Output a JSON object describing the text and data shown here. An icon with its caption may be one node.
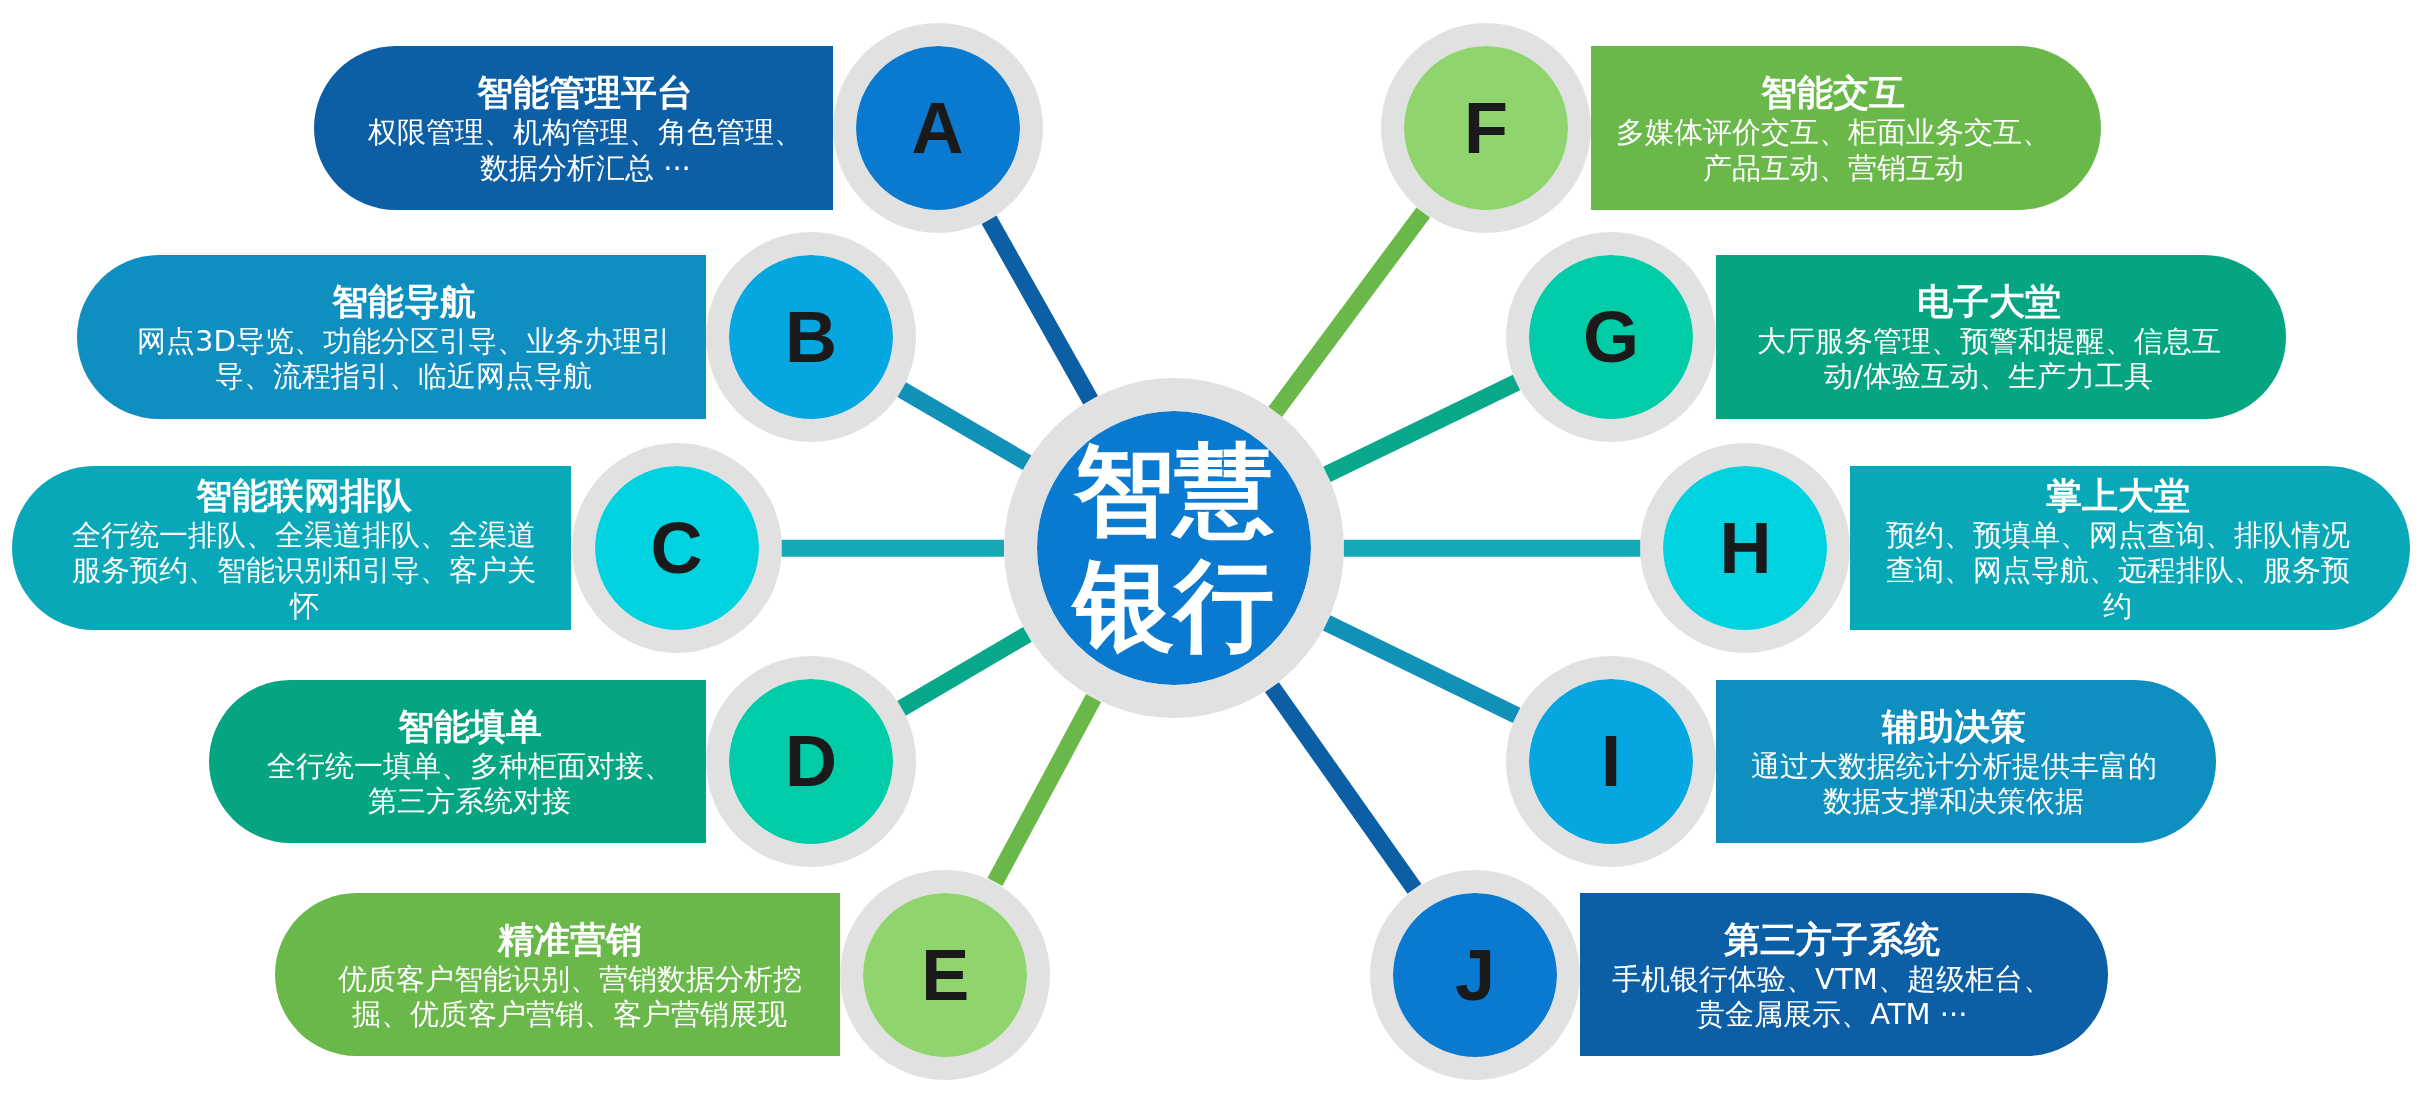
{
  "diagram": {
    "nodes": [
      {
        "text": [
          "智慧银行"
        ]
      },
      {
        "text": [
          "智能管理平台",
          "权限管理、机构管理、角色管理、数据分析汇总 ···"
        ]
      },
      {
        "text": [
          "A"
        ]
      },
      {
        "text": [
          "智能导航",
          "网点3D导览、功能分区引导、业务办理引导、流程指引、临近网点导航"
        ]
      },
      {
        "text": [
          "B"
        ]
      },
      {
        "text": [
          "智能联网排队",
          "全行统一排队、全渠道排队、全渠道服务预约、智能识别和引导、客户关怀"
        ]
      },
      {
        "text": [
          "C"
        ]
      },
      {
        "text": [
          "智能填单",
          "全行统一填单、多种柜面对接、第三方系统对接"
        ]
      },
      {
        "text": [
          "D"
        ]
      },
      {
        "text": [
          "精准营销",
          "优质客户智能识别、营销数据分析挖掘、优质客户营销、客户营销展现"
        ]
      },
      {
        "text": [
          "E"
        ]
      },
      {
        "text": [
          "智能交互",
          "多媒体评价交互、柜面业务交互、产品互动、营销互动"
        ]
      },
      {
        "text": [
          "F"
        ]
      },
      {
        "text": [
          "电子大堂",
          "大厅服务管理、预警和提醒、信息互动/体验互动、生产力工具"
        ]
      },
      {
        "text": [
          "G"
        ]
      },
      {
        "text": [
          "掌上大堂",
          "预约、预填单、网点查询、排队情况查询、网点导航、远程排队、服务预约"
        ]
      },
      {
        "text": [
          "H"
        ]
      },
      {
        "text": [
          "辅助决策",
          "通过大数据统计分析提供丰富的数据支撑和决策依据"
        ]
      },
      {
        "text": [
          "I"
        ]
      },
      {
        "text": [
          "第三方子系统",
          "手机银行体验、VTM、超级柜台、贵金属展示、ATM ···"
        ]
      },
      {
        "text": [
          "J"
        ]
      }
    ],
    "edges": [
      {
        "from": 0,
        "to": 2,
        "arrow": "none",
        "color": "#0d5fa5"
      },
      {
        "from": 0,
        "to": 4,
        "arrow": "none",
        "color": "#1190b8"
      },
      {
        "from": 0,
        "to": 6,
        "arrow": "none",
        "color": "#14a9b5"
      },
      {
        "from": 0,
        "to": 8,
        "arrow": "none",
        "color": "#0aa88a"
      },
      {
        "from": 0,
        "to": 10,
        "arrow": "none",
        "color": "#6bb84a"
      },
      {
        "from": 0,
        "to": 12,
        "arrow": "none",
        "color": "#6bb84a"
      },
      {
        "from": 0,
        "to": 14,
        "arrow": "none",
        "color": "#0aa88a"
      },
      {
        "from": 0,
        "to": 16,
        "arrow": "none",
        "color": "#14a9b5"
      },
      {
        "from": 0,
        "to": 18,
        "arrow": "none",
        "color": "#1190b8"
      },
      {
        "from": 0,
        "to": 20,
        "arrow": "none",
        "color": "#0d5fa5"
      }
    ]
  }
}
